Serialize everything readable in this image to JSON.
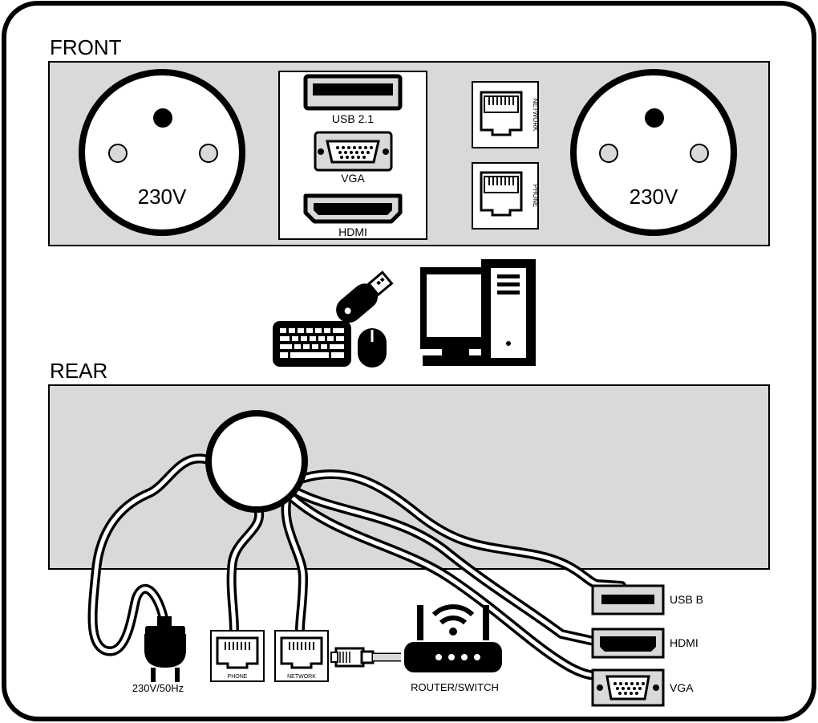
{
  "colors": {
    "panel": "#d9d9d9",
    "ink": "#000000",
    "paper": "#ffffff"
  },
  "front": {
    "heading": "FRONT",
    "socket_left_label": "230V",
    "socket_right_label": "230V",
    "usb_label": "USB 2.1",
    "vga_label": "VGA",
    "hdmi_label": "HDMI",
    "network_label": "NETWORK",
    "phone_label": "PHONE"
  },
  "icons": [
    "usb-stick-icon",
    "keyboard-icon",
    "mouse-icon",
    "desktop-computer-icon"
  ],
  "rear": {
    "heading": "REAR",
    "plug_label": "230V/50Hz",
    "phone_label": "PHONE",
    "network_label": "NETWORK",
    "router_label": "ROUTER/SWITCH",
    "usb_label": "USB B",
    "hdmi_label": "HDMI",
    "vga_label": "VGA"
  }
}
